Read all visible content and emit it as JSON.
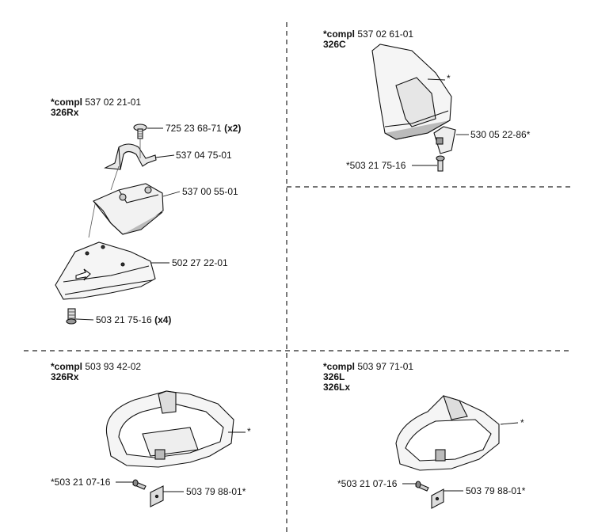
{
  "groups": [
    {
      "compl_prefix": "*compl",
      "compl_number": "537 02 21-01",
      "models": [
        "326Rx"
      ],
      "parts": [
        {
          "number": "725 23 68-71",
          "qty": "(x2)"
        },
        {
          "number": "537 04 75-01",
          "qty": ""
        },
        {
          "number": "537 00 55-01",
          "qty": ""
        },
        {
          "number": "502 27 22-01",
          "qty": ""
        },
        {
          "number": "503 21 75-16",
          "qty": "(x4)"
        }
      ]
    },
    {
      "compl_prefix": "*compl",
      "compl_number": "537 02 61-01",
      "models": [
        "326C"
      ],
      "parts": [
        {
          "number": "*",
          "qty": ""
        },
        {
          "number": "530 05 22-86*",
          "qty": ""
        },
        {
          "number": "*503 21 75-16",
          "qty": ""
        }
      ]
    },
    {
      "compl_prefix": "*compl",
      "compl_number": "503 93 42-02",
      "models": [
        "326Rx"
      ],
      "parts": [
        {
          "number": "*",
          "qty": ""
        },
        {
          "number": "*503 21 07-16",
          "qty": ""
        },
        {
          "number": "503 79 88-01*",
          "qty": ""
        }
      ]
    },
    {
      "compl_prefix": "*compl",
      "compl_number": "503 97 71-01",
      "models": [
        "326L",
        "326Lx"
      ],
      "parts": [
        {
          "number": "*",
          "qty": ""
        },
        {
          "number": "*503 21 07-16",
          "qty": ""
        },
        {
          "number": "503 79 88-01*",
          "qty": ""
        }
      ]
    }
  ]
}
